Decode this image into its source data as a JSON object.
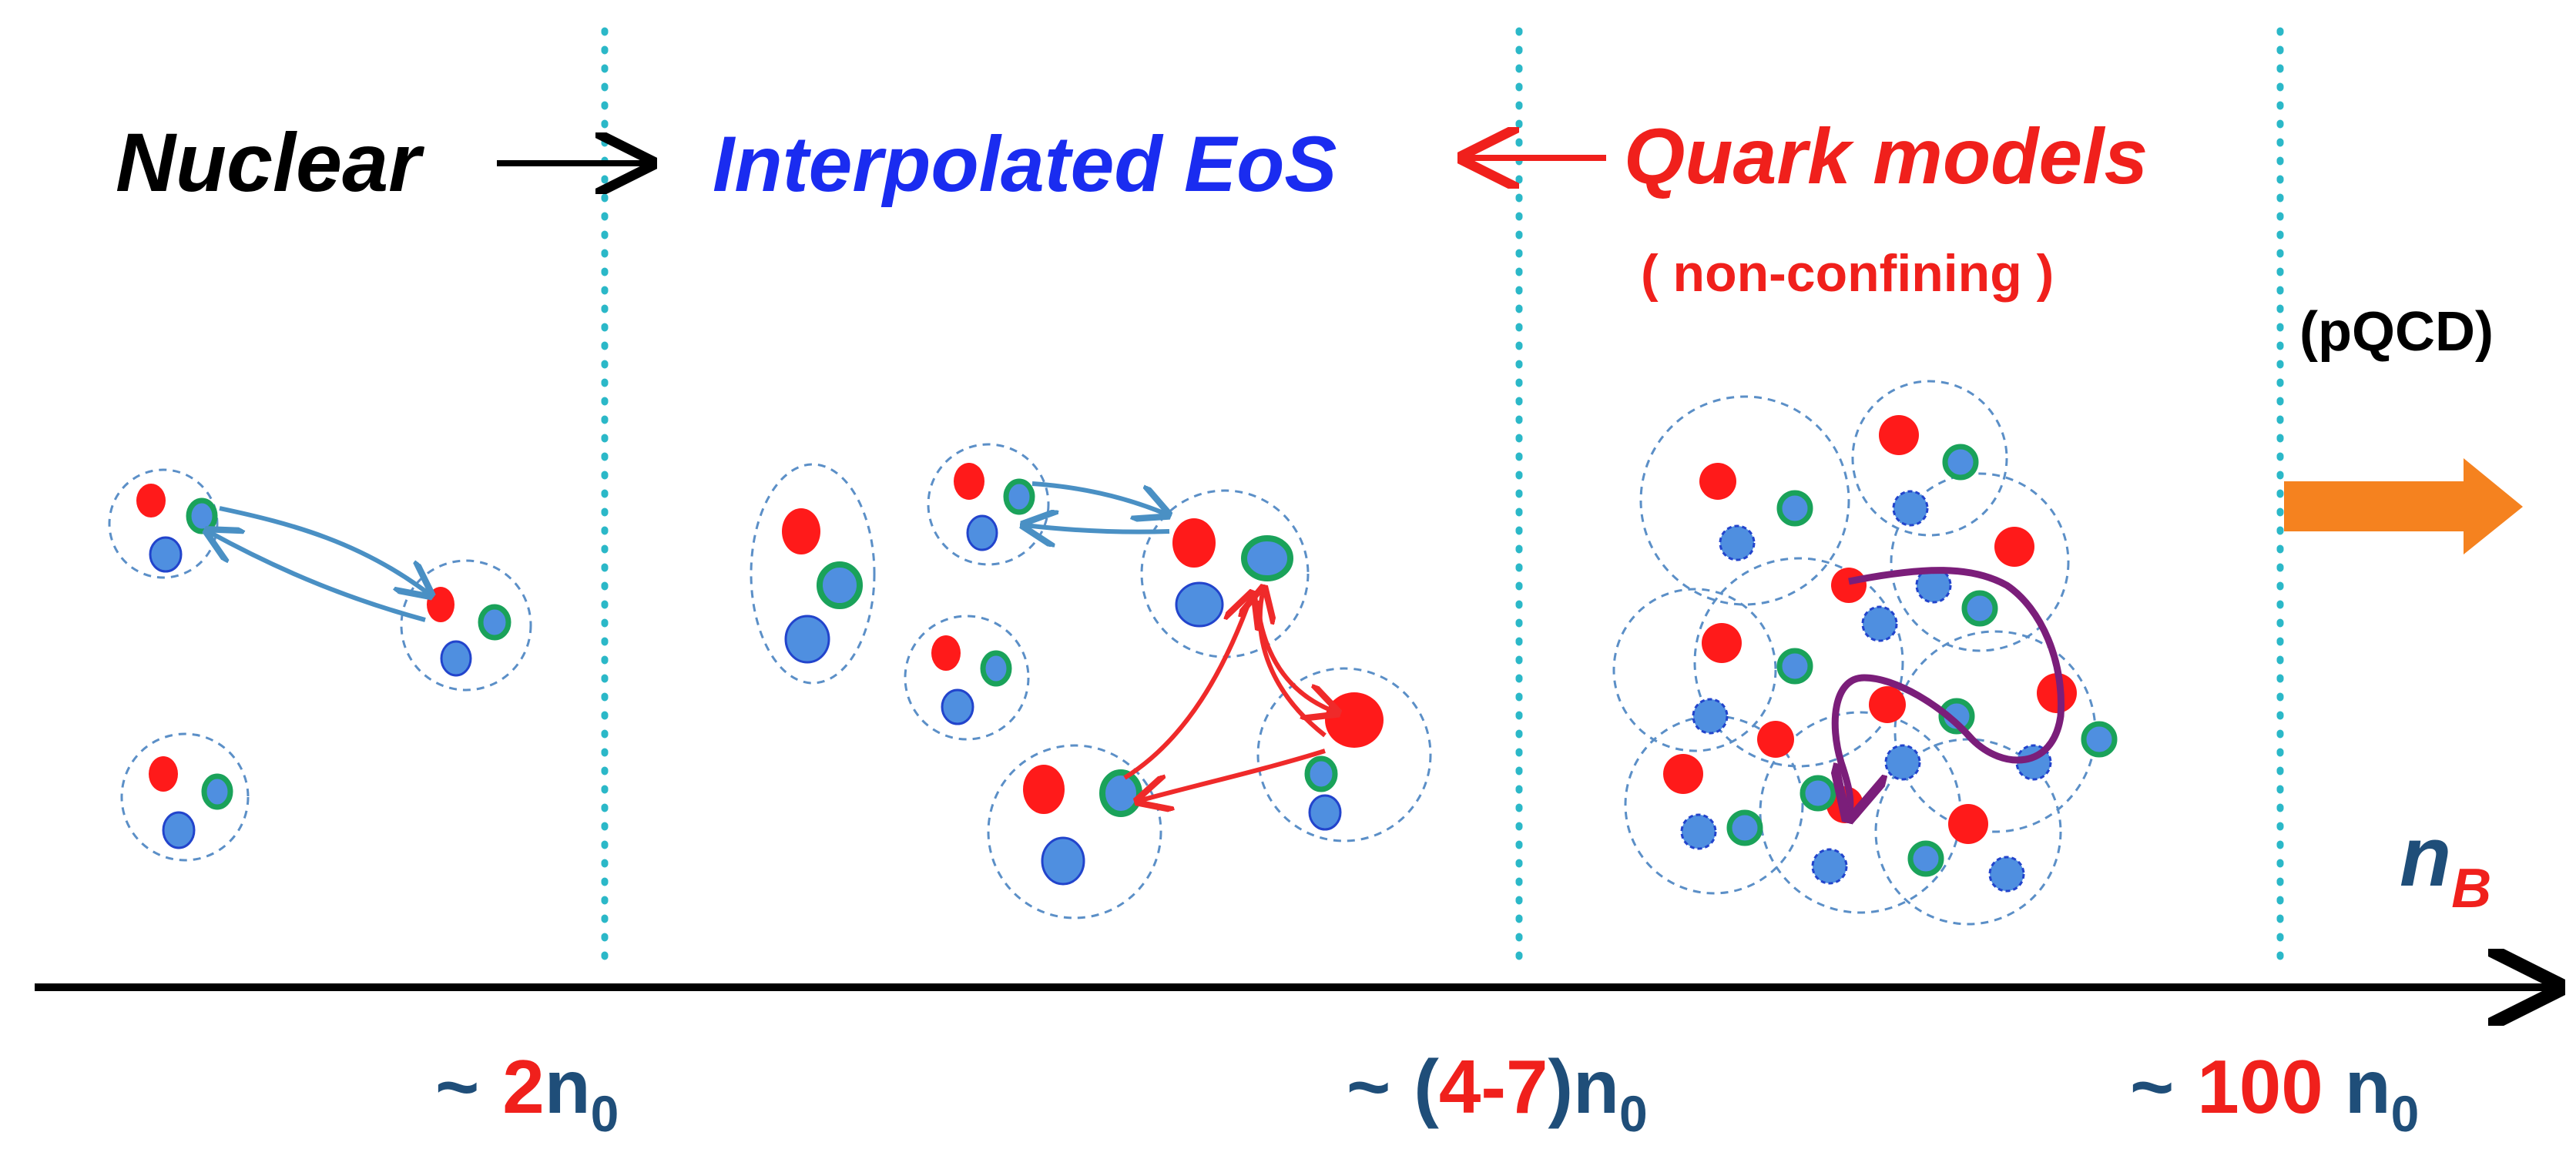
{
  "labels": {
    "nuclear": "Nuclear",
    "interpolated": "Interpolated EoS",
    "quark": "Quark models",
    "quark_sub": "( non-confining )",
    "pqcd": "(pQCD)",
    "axis_n": "n",
    "axis_sub": "B"
  },
  "ticks": {
    "t1_tilde": "~",
    "t1_val": "2",
    "t1_n": "n",
    "t1_sub": "0",
    "t2_tilde": "~",
    "t2_open": "(",
    "t2_val": "4-7",
    "t2_close": ")",
    "t2_n": "n",
    "t2_sub": "0",
    "t3_tilde": "~",
    "t3_val": "100",
    "t3_n": "n",
    "t3_sub": "0"
  },
  "colors": {
    "black": "#000000",
    "blue_text": "#1a2cf0",
    "red_text": "#f0201c",
    "navy": "#1f4e79",
    "quark_red": "#ff1a1a",
    "quark_green": "#1aa25a",
    "quark_blue": "#4f8fe0",
    "cluster_border": "#5b8fc7",
    "divider": "#2bb8c8",
    "purple": "#7b1e7a",
    "orange": "#f5821f",
    "link_blue": "#4a90c4",
    "link_red": "#ef2a2a"
  }
}
